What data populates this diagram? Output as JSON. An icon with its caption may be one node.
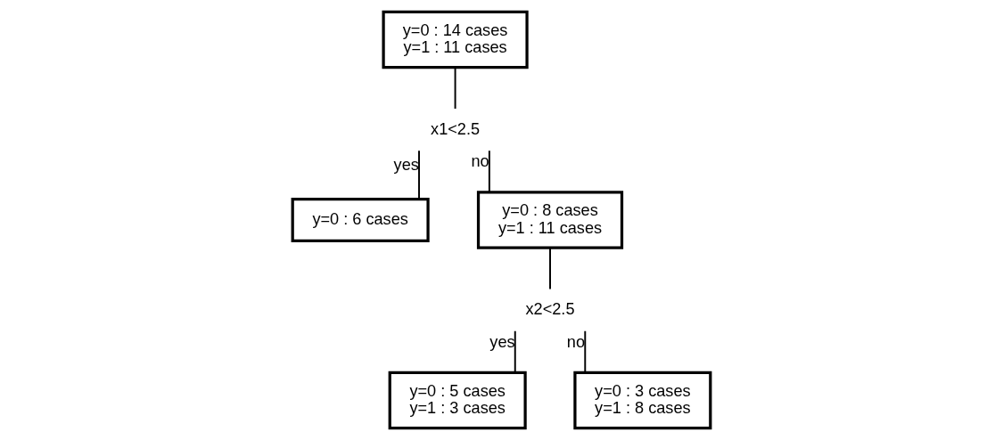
{
  "diagram": {
    "nodes": [
      {
        "text": [
          "y=0 : 14 cases",
          "y=1 : 11 cases"
        ]
      },
      {
        "text": [
          "x1<2.5"
        ]
      },
      {
        "text": [
          "y=0 : 6 cases"
        ]
      },
      {
        "text": [
          "y=0 : 8 cases",
          "y=1 : 11 cases"
        ]
      },
      {
        "text": [
          "x2<2.5"
        ]
      },
      {
        "text": [
          "y=0 : 5 cases",
          "y=1 : 3 cases"
        ]
      },
      {
        "text": [
          "y=0 : 3 cases",
          "y=1 : 8 cases"
        ]
      }
    ],
    "edges": [
      {
        "from": 0,
        "to": 1,
        "arrow": "none"
      },
      {
        "from": 1,
        "to": 2,
        "label": "yes",
        "arrow": "none"
      },
      {
        "from": 1,
        "to": 3,
        "label": "no",
        "arrow": "none"
      },
      {
        "from": 3,
        "to": 4,
        "arrow": "none"
      },
      {
        "from": 4,
        "to": 5,
        "label": "yes",
        "arrow": "none"
      },
      {
        "from": 4,
        "to": 6,
        "label": "no",
        "arrow": "none"
      }
    ]
  }
}
